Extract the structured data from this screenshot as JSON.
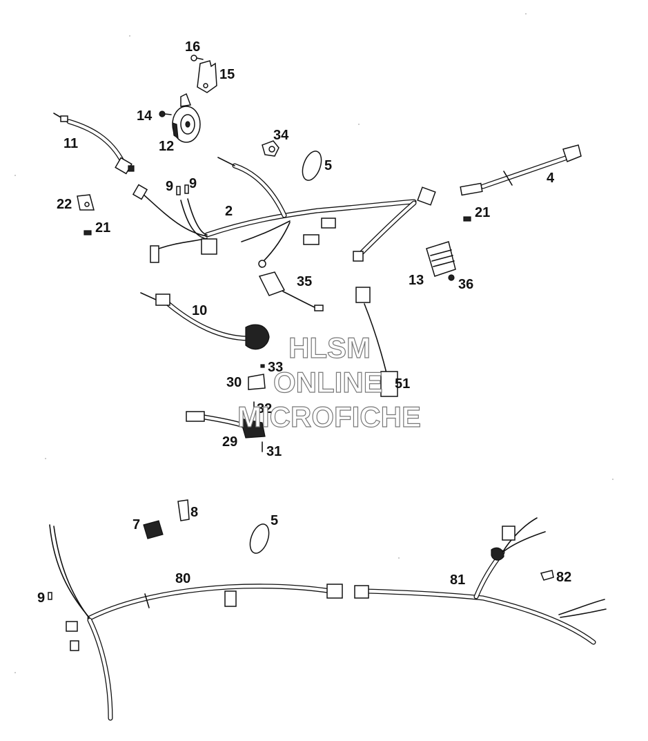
{
  "callouts": [
    {
      "id": "16",
      "text": "16"
    },
    {
      "id": "15",
      "text": "15"
    },
    {
      "id": "14",
      "text": "14"
    },
    {
      "id": "12",
      "text": "12"
    },
    {
      "id": "11",
      "text": "11"
    },
    {
      "id": "34",
      "text": "34"
    },
    {
      "id": "5a",
      "text": "5"
    },
    {
      "id": "4",
      "text": "4"
    },
    {
      "id": "9a",
      "text": "9"
    },
    {
      "id": "9b",
      "text": "9"
    },
    {
      "id": "2",
      "text": "2"
    },
    {
      "id": "22",
      "text": "22"
    },
    {
      "id": "21a",
      "text": "21"
    },
    {
      "id": "21b",
      "text": "21"
    },
    {
      "id": "13",
      "text": "13"
    },
    {
      "id": "36",
      "text": "36"
    },
    {
      "id": "35",
      "text": "35"
    },
    {
      "id": "10",
      "text": "10"
    },
    {
      "id": "33",
      "text": "33"
    },
    {
      "id": "30",
      "text": "30"
    },
    {
      "id": "51",
      "text": "51"
    },
    {
      "id": "32",
      "text": "32"
    },
    {
      "id": "29",
      "text": "29"
    },
    {
      "id": "31",
      "text": "31"
    },
    {
      "id": "8",
      "text": "8"
    },
    {
      "id": "7",
      "text": "7"
    },
    {
      "id": "5b",
      "text": "5"
    },
    {
      "id": "80",
      "text": "80"
    },
    {
      "id": "81",
      "text": "81"
    },
    {
      "id": "82",
      "text": "82"
    },
    {
      "id": "9c",
      "text": "9"
    }
  ],
  "watermark": {
    "line1": "HLSM",
    "line2": "ONLINE",
    "line3": "MICROFICHE"
  }
}
